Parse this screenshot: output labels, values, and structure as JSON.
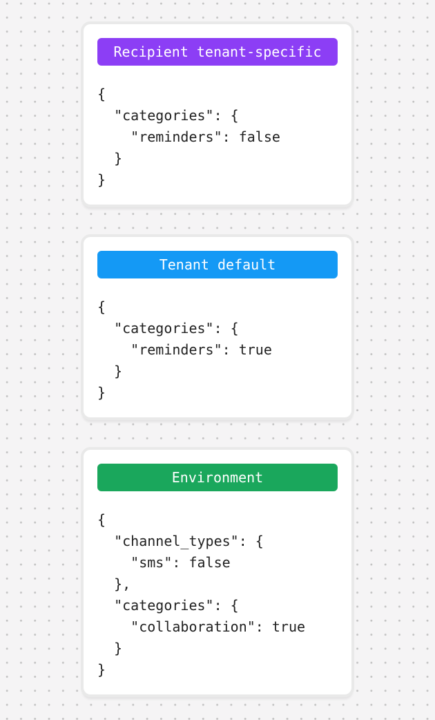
{
  "background": {
    "color": "#f5f4f5",
    "dot_color": "#c3c3c3"
  },
  "cards": [
    {
      "badge": {
        "label": "Recipient tenant-specific",
        "color": "#8c3ef5"
      },
      "code": "{\n  \"categories\": {\n    \"reminders\": false\n  }\n}"
    },
    {
      "badge": {
        "label": "Tenant default",
        "color": "#1499f5"
      },
      "code": "{\n  \"categories\": {\n    \"reminders\": true\n  }\n}"
    },
    {
      "badge": {
        "label": "Environment",
        "color": "#1aa75c"
      },
      "code": "{\n  \"channel_types\": {\n    \"sms\": false\n  },\n  \"categories\": {\n    \"collaboration\": true\n  }\n}"
    }
  ]
}
